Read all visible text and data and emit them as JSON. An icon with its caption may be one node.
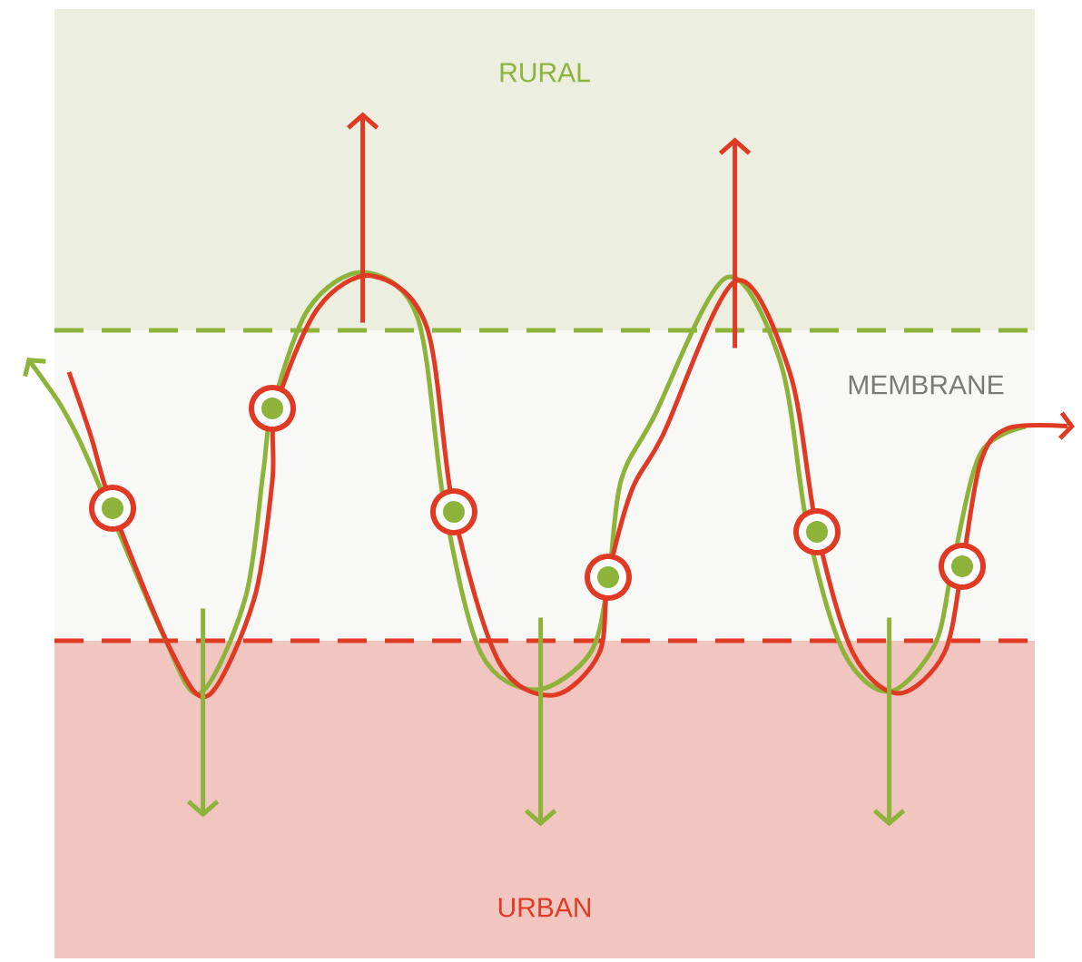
{
  "diagram": {
    "nodes": [
      {
        "text": [
          "RURAL"
        ]
      },
      {
        "text": [
          "MEMBRANE"
        ]
      },
      {
        "text": [
          "URBAN"
        ]
      }
    ],
    "edges": [
      {
        "from": 1,
        "to": 0,
        "arrow": "to",
        "color": "#e03a24"
      },
      {
        "from": 1,
        "to": 0,
        "arrow": "to",
        "color": "#e03a24"
      },
      {
        "from": 1,
        "to": 2,
        "arrow": "to",
        "color": "#8db33a"
      },
      {
        "from": 1,
        "to": 2,
        "arrow": "to",
        "color": "#8db33a"
      },
      {
        "from": 1,
        "to": 2,
        "arrow": "to",
        "color": "#8db33a"
      }
    ]
  }
}
